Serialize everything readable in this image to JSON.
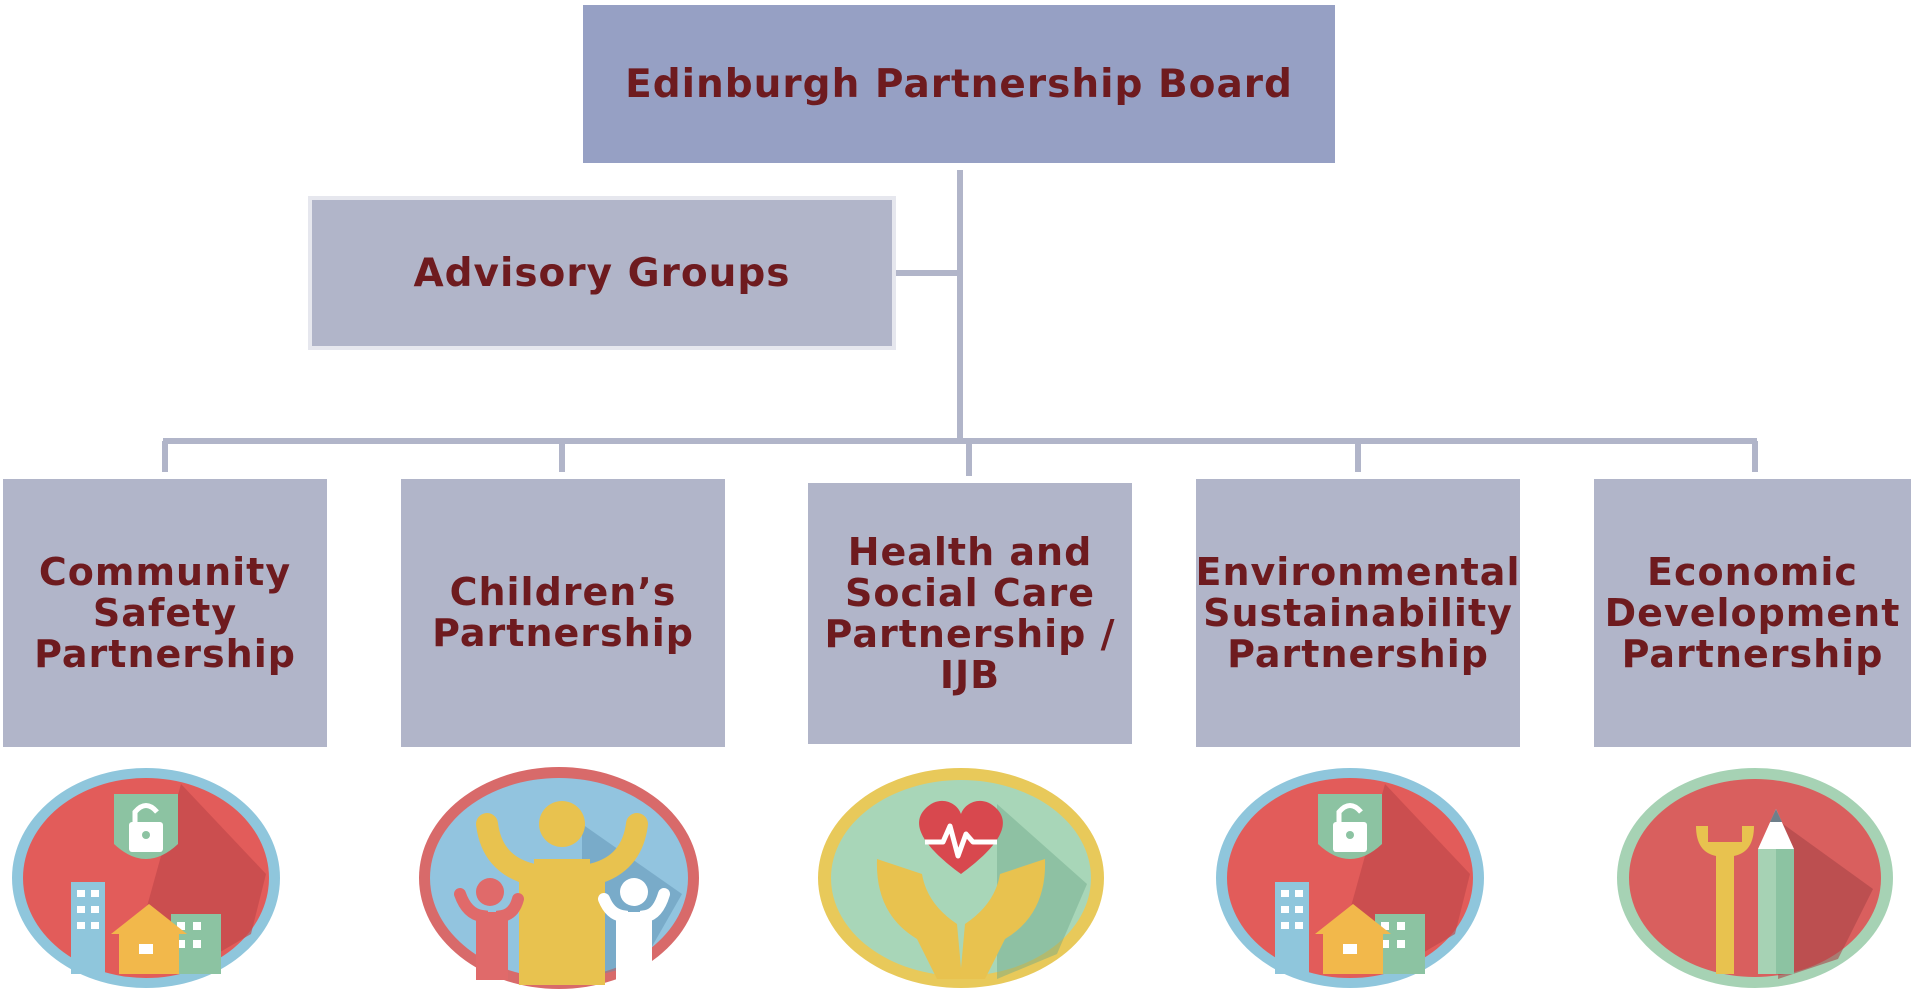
{
  "board": {
    "title": "Edinburgh Partnership Board"
  },
  "advisory": {
    "title": "Advisory Groups"
  },
  "partnerships": [
    {
      "label": "Community\nSafety\nPartnership",
      "icon": "security-city-icon",
      "ring": "#8fc6dc"
    },
    {
      "label": "Children’s\nPartnership",
      "icon": "family-people-icon",
      "ring": "#d86a6a"
    },
    {
      "label": "Health and\nSocial Care\nPartnership /\nIJB",
      "icon": "heart-hands-icon",
      "ring": "#e8c95a"
    },
    {
      "label": "Environmental\nSustainability\nPartnership",
      "icon": "security-city-icon",
      "ring": "#8fc6dc"
    },
    {
      "label": "Economic\nDevelopment\nPartnership",
      "icon": "tools-icon",
      "ring": "#a6d2b4"
    }
  ],
  "colors": {
    "text": "#6e1b1f",
    "board_fill": "#96a0c4",
    "box_fill": "#b1b5c9",
    "line": "#b1b5c9"
  }
}
